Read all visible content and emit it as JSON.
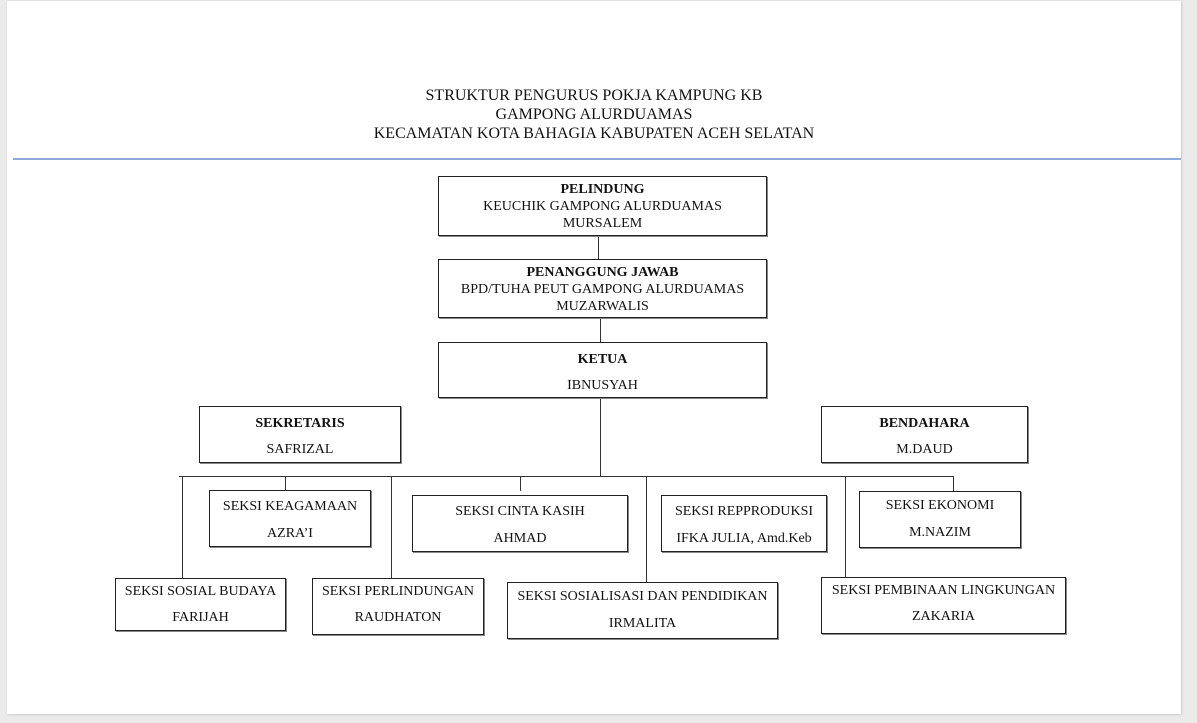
{
  "document": {
    "title_lines": [
      "STRUKTUR PENGURUS POKJA KAMPUNG KB",
      "GAMPONG ALURDUAMAS",
      "KECAMATAN KOTA BAHAGIA KABUPATEN ACEH SELATAN"
    ]
  },
  "colors": {
    "rule": "#8eaadb",
    "background": "#ebebeb",
    "page": "#ffffff"
  },
  "org_chart": {
    "pelindung": {
      "role": "PELINDUNG",
      "position": "KEUCHIK GAMPONG ALURDUAMAS",
      "name": "MURSALEM"
    },
    "penanggung_jawab": {
      "role": "PENANGGUNG JAWAB",
      "position": "BPD/TUHA PEUT GAMPONG ALURDUAMAS",
      "name": "MUZARWALIS"
    },
    "ketua": {
      "role": "KETUA",
      "name": "IBNUSYAH"
    },
    "sekretaris": {
      "role": "SEKRETARIS",
      "name": "SAFRIZAL"
    },
    "bendahara": {
      "role": "BENDAHARA",
      "name": "M.DAUD"
    },
    "seksi": [
      {
        "role": "SEKSI KEAGAMAAN",
        "name": "AZRA’I"
      },
      {
        "role": "SEKSI CINTA KASIH",
        "name": "AHMAD"
      },
      {
        "role": "SEKSI REPPRODUKSI",
        "name": "IFKA JULIA, Amd.Keb"
      },
      {
        "role": "SEKSI EKONOMI",
        "name": "M.NAZIM"
      },
      {
        "role": "SEKSI SOSIAL BUDAYA",
        "name": "FARIJAH"
      },
      {
        "role": "SEKSI PERLINDUNGAN",
        "name": "RAUDHATON"
      },
      {
        "role": "SEKSI SOSIALISASI DAN PENDIDIKAN",
        "name": "IRMALITA"
      },
      {
        "role": "SEKSI PEMBINAAN LINGKUNGAN",
        "name": "ZAKARIA"
      }
    ]
  }
}
